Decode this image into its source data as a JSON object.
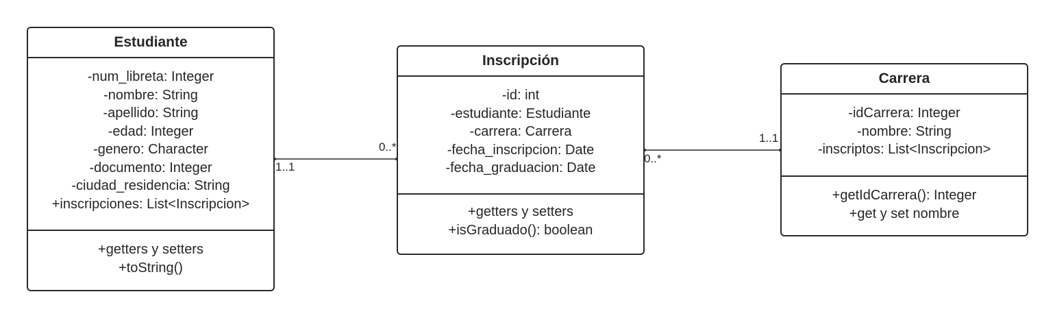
{
  "classes": {
    "estudiante": {
      "name": "Estudiante",
      "attributes": [
        "-num_libreta: Integer",
        "-nombre: String",
        "-apellido: String",
        "-edad: Integer",
        "-genero: Character",
        "-documento: Integer",
        "-ciudad_residencia: String",
        "+inscripciones: List<Inscripcion>"
      ],
      "operations": [
        "+getters y setters",
        "+toString()"
      ]
    },
    "inscripcion": {
      "name": "Inscripción",
      "attributes": [
        "-id: int",
        "-estudiante: Estudiante",
        "-carrera: Carrera",
        "-fecha_inscripcion: Date",
        "-fecha_graduacion: Date"
      ],
      "operations": [
        "+getters y setters",
        "+isGraduado(): boolean"
      ]
    },
    "carrera": {
      "name": "Carrera",
      "attributes": [
        "-idCarrera: Integer",
        "-nombre: String",
        "-inscriptos: List<Inscripcion>"
      ],
      "operations": [
        "+getIdCarrera(): Integer",
        "+get y set nombre"
      ]
    }
  },
  "associations": [
    {
      "from": "Estudiante",
      "to": "Inscripción",
      "from_multiplicity": "1..1",
      "to_multiplicity": "0..*"
    },
    {
      "from": "Inscripción",
      "to": "Carrera",
      "from_multiplicity": "0..*",
      "to_multiplicity": "1..1"
    }
  ],
  "colors": {
    "line": "#2b2b2b",
    "text": "#262626",
    "background": "#ffffff"
  }
}
